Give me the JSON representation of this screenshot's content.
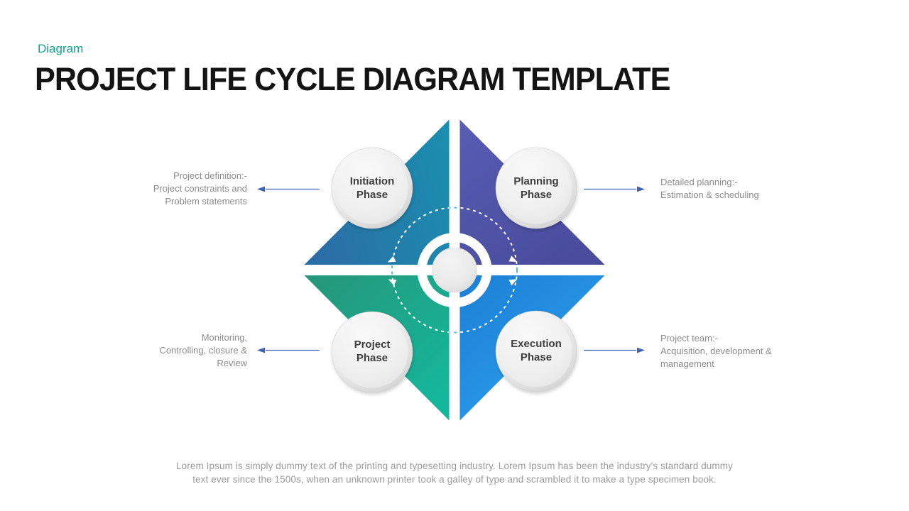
{
  "slide": {
    "eyebrow": "Diagram",
    "eyebrow_color": "#14a28c",
    "title": "PROJECT LIFE CYCLE DIAGRAM TEMPLATE",
    "title_color": "#141414",
    "background": "#ffffff"
  },
  "diagram": {
    "type": "four-quadrant-diamond-cycle",
    "arrow_color": "#3f63b0",
    "dashed_ring_white": "#ffffff",
    "dashed_ring_blue": "#56b8e9",
    "circle_text_color": "#3e3e3e",
    "quadrants": [
      {
        "position": "top-left",
        "phase_line1": "Initiation",
        "phase_line2": "Phase",
        "color_from": "#2b6da5",
        "color_to": "#1b8dae"
      },
      {
        "position": "top-right",
        "phase_line1": "Planning",
        "phase_line2": "Phase",
        "color_from": "#585db2",
        "color_to": "#494c9d"
      },
      {
        "position": "bottom-left",
        "phase_line1": "Project",
        "phase_line2": "Phase",
        "color_from": "#24997c",
        "color_to": "#15b79c"
      },
      {
        "position": "bottom-right",
        "phase_line1": "Execution",
        "phase_line2": "Phase",
        "color_from": "#1b7fd4",
        "color_to": "#2fa0f0"
      }
    ]
  },
  "annotations": {
    "text_color": "#8c8c8c",
    "top_left": {
      "lines": [
        "Project definition:-",
        "Project constraints and",
        "Problem statements"
      ]
    },
    "top_right": {
      "lines": [
        "Detailed planning:-",
        "Estimation & scheduling"
      ]
    },
    "bottom_left": {
      "lines": [
        "Monitoring,",
        "Controlling, closure &",
        "Review"
      ]
    },
    "bottom_right": {
      "lines": [
        "Project team:-",
        "Acquisition, development &",
        "management"
      ]
    }
  },
  "footer": {
    "text_color": "#9b9b9b",
    "lines": [
      "Lorem Ipsum is simply dummy text of the printing and typesetting industry. Lorem Ipsum has been the industry's standard dummy",
      "text ever since the 1500s, when an unknown printer took a galley of type and scrambled it to make a type specimen book."
    ]
  }
}
